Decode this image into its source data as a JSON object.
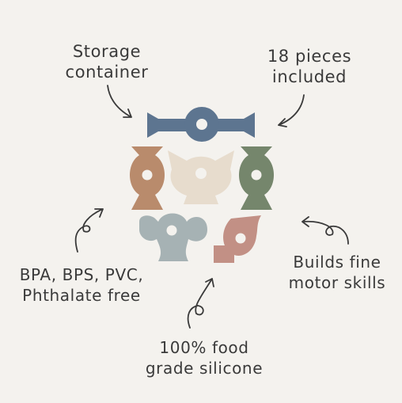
{
  "callouts": {
    "storage": [
      "Storage",
      "container"
    ],
    "pieces": [
      "18 pieces",
      "included"
    ],
    "safety": [
      "BPA, BPS, PVC,",
      "Phthalate free"
    ],
    "motor": [
      "Builds fine",
      "motor skills"
    ],
    "silicone": [
      "100% food",
      "grade silicone"
    ]
  },
  "colors": {
    "background": "#f4f2ee",
    "blue": "#5d7590",
    "terracotta": "#b98b6c",
    "cream": "#e7dccd",
    "sage": "#75866c",
    "light_blue": "#a6b2b4",
    "rose": "#c29085",
    "ink": "#3a3a3a"
  }
}
